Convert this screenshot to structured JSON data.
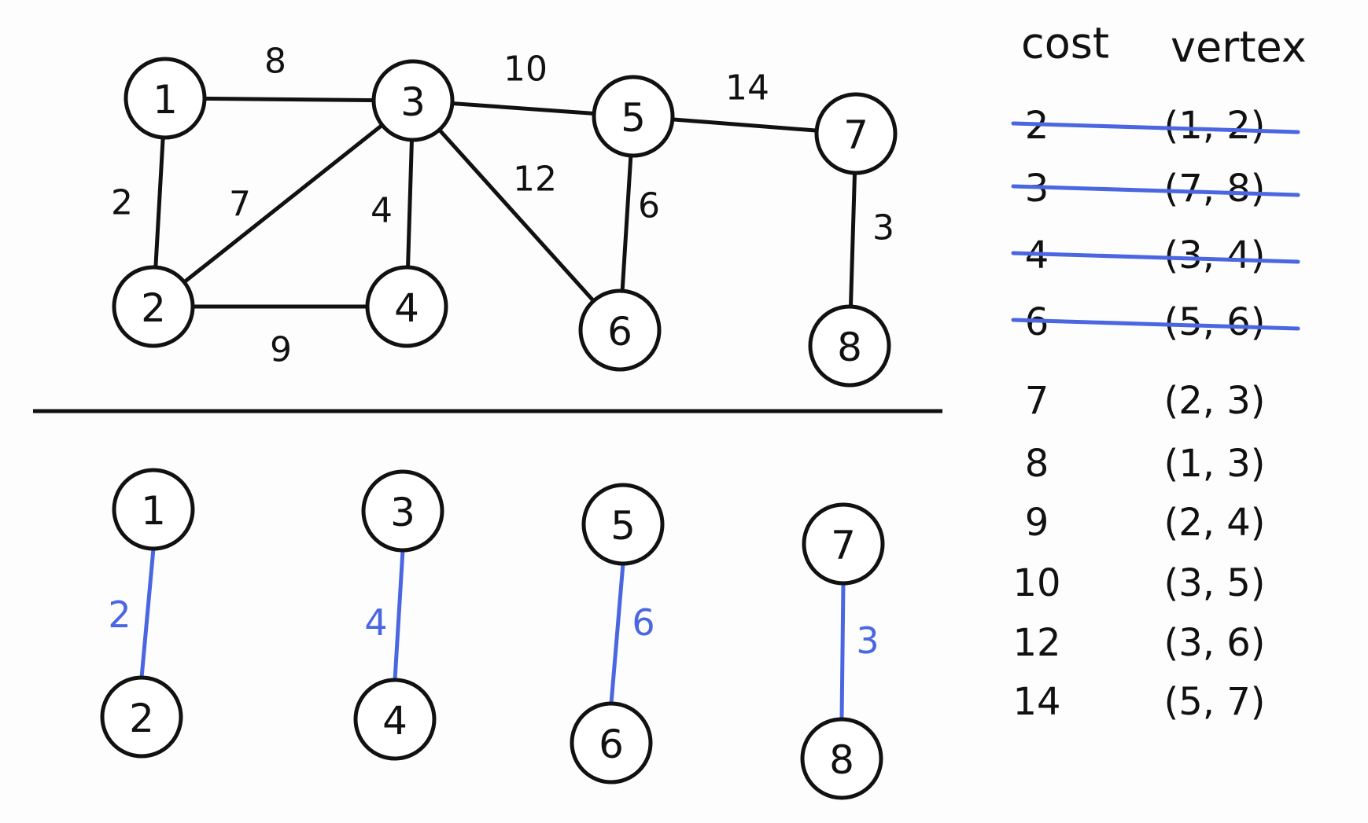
{
  "graph": {
    "nodes": [
      "1",
      "2",
      "3",
      "4",
      "5",
      "6",
      "7",
      "8"
    ],
    "edges": [
      {
        "from": "1",
        "to": "2",
        "weight": "2"
      },
      {
        "from": "1",
        "to": "3",
        "weight": "8"
      },
      {
        "from": "2",
        "to": "3",
        "weight": "7"
      },
      {
        "from": "2",
        "to": "4",
        "weight": "9"
      },
      {
        "from": "3",
        "to": "4",
        "weight": "4"
      },
      {
        "from": "3",
        "to": "5",
        "weight": "10"
      },
      {
        "from": "3",
        "to": "6",
        "weight": "12"
      },
      {
        "from": "5",
        "to": "6",
        "weight": "6"
      },
      {
        "from": "5",
        "to": "7",
        "weight": "14"
      },
      {
        "from": "7",
        "to": "8",
        "weight": "3"
      }
    ]
  },
  "forest": {
    "pairs": [
      {
        "top": "1",
        "bottom": "2",
        "weight": "2"
      },
      {
        "top": "3",
        "bottom": "4",
        "weight": "4"
      },
      {
        "top": "5",
        "bottom": "6",
        "weight": "6"
      },
      {
        "top": "7",
        "bottom": "8",
        "weight": "3"
      }
    ]
  },
  "table": {
    "headers": {
      "cost": "cost",
      "vertex": "vertex"
    },
    "rows": [
      {
        "cost": "2",
        "vertex": "(1, 2)",
        "crossed": true
      },
      {
        "cost": "3",
        "vertex": "(7, 8)",
        "crossed": true
      },
      {
        "cost": "4",
        "vertex": "(3, 4)",
        "crossed": true
      },
      {
        "cost": "6",
        "vertex": "(5, 6)",
        "crossed": true
      },
      {
        "cost": "7",
        "vertex": "(2, 3)",
        "crossed": false
      },
      {
        "cost": "8",
        "vertex": "(1, 3)",
        "crossed": false
      },
      {
        "cost": "9",
        "vertex": "(2, 4)",
        "crossed": false
      },
      {
        "cost": "10",
        "vertex": "(3, 5)",
        "crossed": false
      },
      {
        "cost": "12",
        "vertex": "(3, 6)",
        "crossed": false
      },
      {
        "cost": "14",
        "vertex": "(5, 7)",
        "crossed": false
      }
    ]
  },
  "colors": {
    "ink": "#111111",
    "highlight": "#4a66e0"
  }
}
